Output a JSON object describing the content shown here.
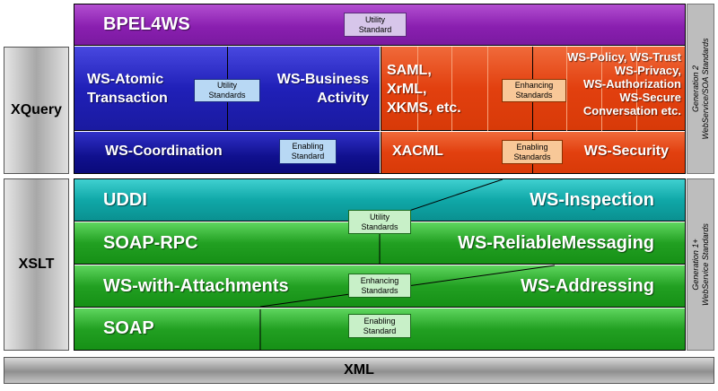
{
  "side": {
    "xquery": "XQuery",
    "xslt": "XSLT"
  },
  "bottom": {
    "xml": "XML"
  },
  "vertical_labels": {
    "gen2_line1": "Generation 2",
    "gen2_line2": "WebService/SOA Standards",
    "gen1_line1": "Generation 1+",
    "gen1_line2": "WebService Standards"
  },
  "gen2": {
    "bpel": "BPEL4WS",
    "bpel_chip": "Utility\nStandard",
    "atomic": "WS-Atomic\nTransaction",
    "business": "WS-Business\nActivity",
    "utility_chip": "Utility\nStandards",
    "coordination": "WS-Coordination",
    "coord_chip": "Enabling\nStandard",
    "saml": "SAML,\nXrML,\nXKMS, etc.",
    "policy": "WS-Policy, WS-Trust\nWS-Privacy,\nWS-Authorization\nWS-Secure\nConversation etc.",
    "enhancing_chip": "Enhancing\nStandards",
    "xacml": "XACML",
    "security": "WS-Security",
    "enabling_chip": "Enabling\nStandards"
  },
  "gen1": {
    "uddi": "UDDI",
    "inspection": "WS-Inspection",
    "utility_chip": "Utility\nStandards",
    "soaprpc": "SOAP-RPC",
    "reliable": "WS-ReliableMessaging",
    "attachments": "WS-with-Attachments",
    "enhancing_chip": "Enhancing\nStandards",
    "addressing": "WS-Addressing",
    "soap": "SOAP",
    "enabling_chip": "Enabling\nStandard"
  }
}
